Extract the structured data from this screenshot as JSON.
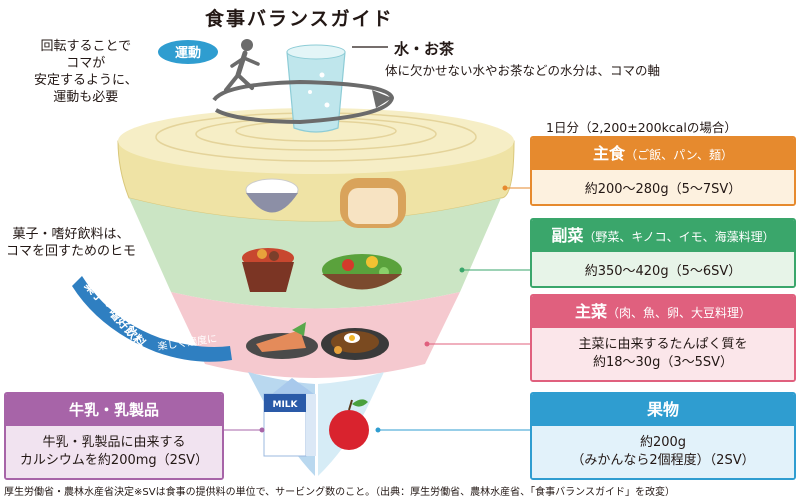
{
  "title": "食事バランスガイド",
  "top_left_note": [
    "回転することで",
    "コマが",
    "安定するように、",
    "運動も必要"
  ],
  "exercise_label": "運動",
  "water": {
    "title": "水・お茶",
    "description": "体に欠かせない水やお茶などの水分は、コマの軸"
  },
  "snack": {
    "note": [
      "菓子・嗜好飲料は、",
      "コマを回すためのヒモ"
    ],
    "ribbon_label": "菓子・嗜好飲料",
    "ribbon_sub": "楽しく適度に"
  },
  "daily_note": "1日分（2,200±200kcalの場合）",
  "categories": {
    "shushoku": {
      "name": "主食",
      "sub": "（ご飯、パン、麺）",
      "amount": [
        "約200〜280g（5〜7SV）"
      ],
      "color": "#e68a2e"
    },
    "fukusai": {
      "name": "副菜",
      "sub": "（野菜、キノコ、イモ、海藻料理）",
      "amount": [
        "約350〜420g（5〜6SV）"
      ],
      "color": "#3aa66b"
    },
    "shusai": {
      "name": "主菜",
      "sub": "（肉、魚、卵、大豆料理）",
      "amount": [
        "主菜に由来するたんぱく質を",
        "約18〜30g（3〜5SV）"
      ],
      "color": "#e0607e"
    },
    "milk": {
      "name": "牛乳・乳製品",
      "amount": [
        "牛乳・乳製品に由来する",
        "カルシウムを約200mg（2SV）"
      ],
      "carton_label": "MILK",
      "color": "#a764a8"
    },
    "fruit": {
      "name": "果物",
      "amount": [
        "約200g",
        "（みかんなら2個程度）（2SV）"
      ],
      "color": "#2f9dd0"
    }
  },
  "footnote": "厚生労働省・農林水産省決定※SVは食事の提供料の単位で、サービング数のこと。（出典：厚生労働省、農林水産省、「食事バランスガイド」を改変）"
}
